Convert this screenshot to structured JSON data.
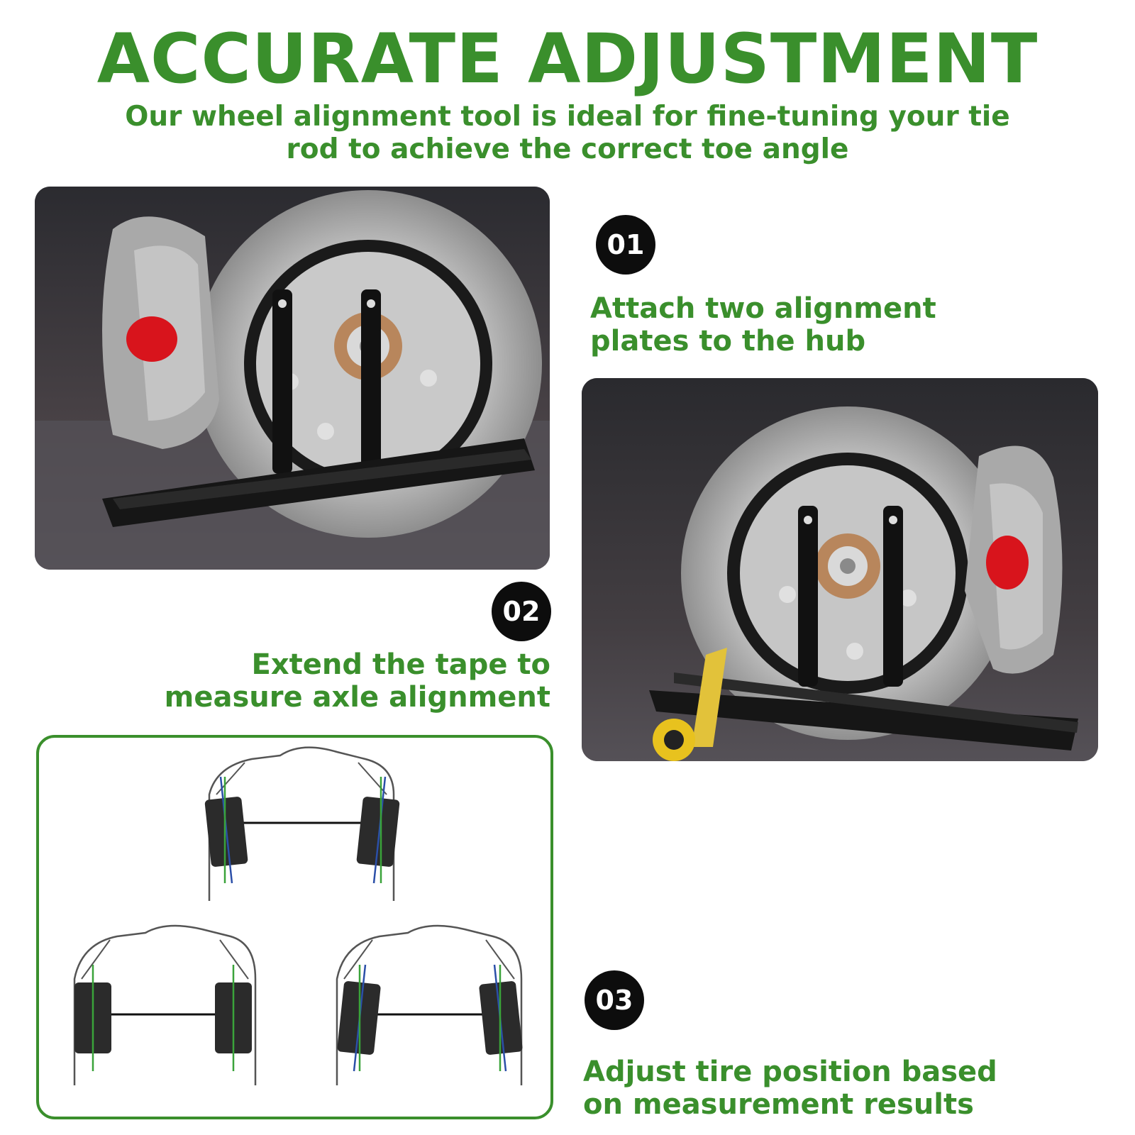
{
  "colors": {
    "green": "#3a8f2c",
    "badge": "#0d0d0d",
    "toe_line_blue": "#2b4fa8",
    "toe_line_green": "#3aa33a"
  },
  "header": {
    "title": "ACCURATE ADJUSTMENT",
    "subtitle": "Our wheel alignment tool is ideal for fine-tuning your tie rod to achieve the correct toe angle"
  },
  "steps": [
    {
      "number": "01",
      "text": "Attach two alignment\nplates to the hub"
    },
    {
      "number": "02",
      "text": "Extend the tape to\nmeasure axle alignment"
    },
    {
      "number": "03",
      "text": "Adjust tire position based\non measurement results"
    }
  ]
}
